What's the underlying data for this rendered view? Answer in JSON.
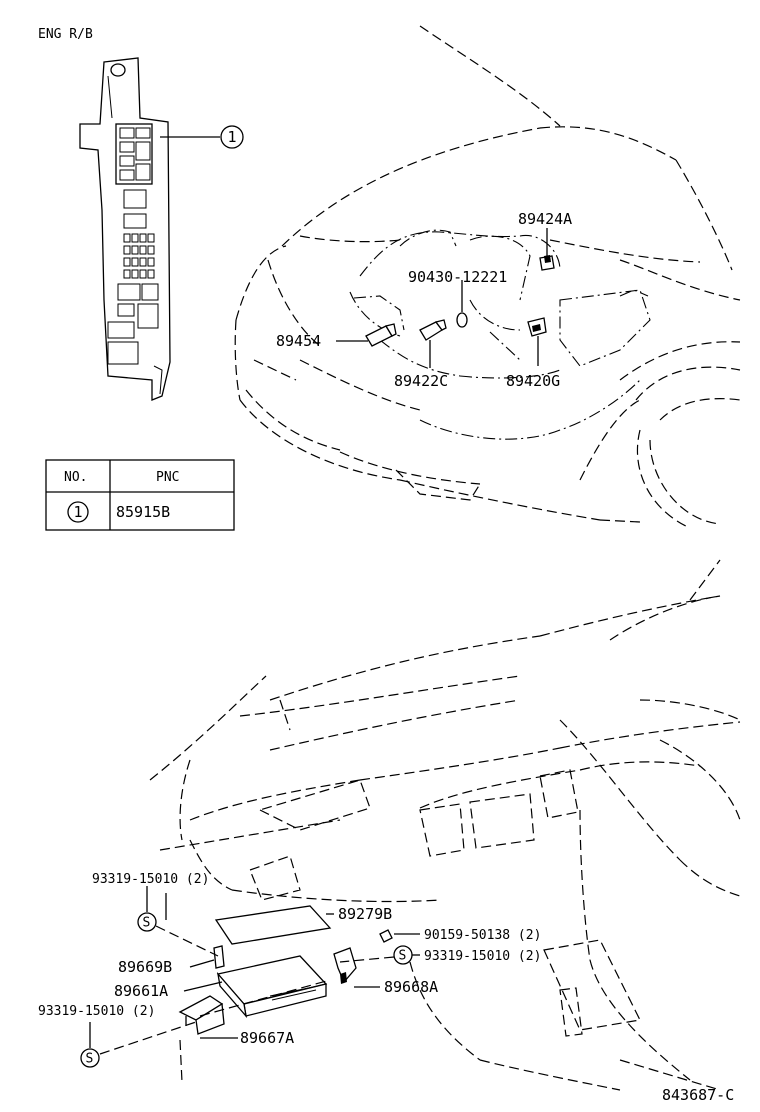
{
  "section_label": "ENG R/B",
  "table": {
    "header_no": "NO.",
    "header_pnc": "PNC",
    "rows": [
      {
        "no": "1",
        "pnc": "85915B"
      }
    ]
  },
  "callout_1": "1",
  "engine_labels": {
    "p89424A": "89424A",
    "p90430": "90430-12221",
    "p89454": "89454",
    "p89422C": "89422C",
    "p89420G": "89420G"
  },
  "cabin_labels": {
    "p93319_top": "93319-15010 (2)",
    "p89279B": "89279B",
    "p90159": "90159-50138 (2)",
    "p93319_right": "93319-15010 (2)",
    "p89669B": "89669B",
    "p89668A": "89668A",
    "p89661A": "89661A",
    "p93319_left": "93319-15010 (2)",
    "p89667A": "89667A"
  },
  "screw_symbol": "S",
  "diagram_code": "843687-C"
}
